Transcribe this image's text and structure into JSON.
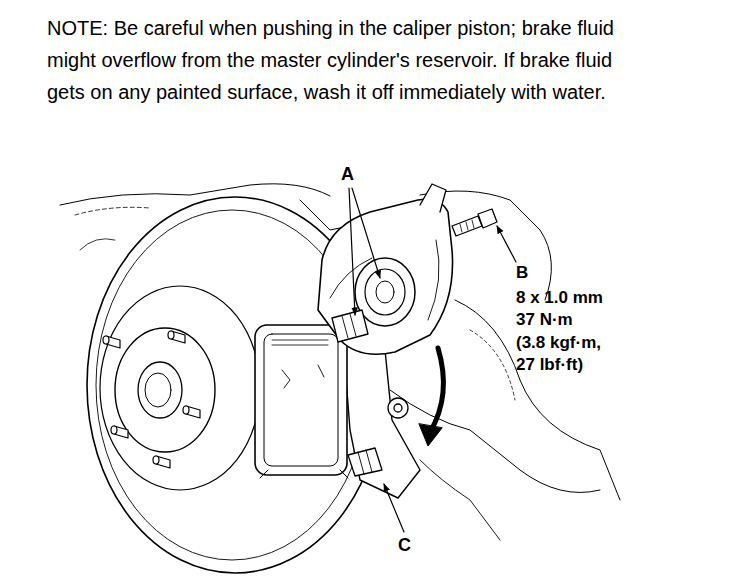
{
  "diagram": {
    "labels": [
      "NOTE: Be careful when pushing in the caliper piston; brake fluid might overflow from the master cylinder's reservoir. If brake fluid gets on any painted surface, wash it off immediately with water.",
      "A",
      "B",
      "8 x 1.0 mm",
      "37 N·m",
      "(3.8 kgf·m,",
      "27 lbf·ft)",
      "C"
    ]
  }
}
